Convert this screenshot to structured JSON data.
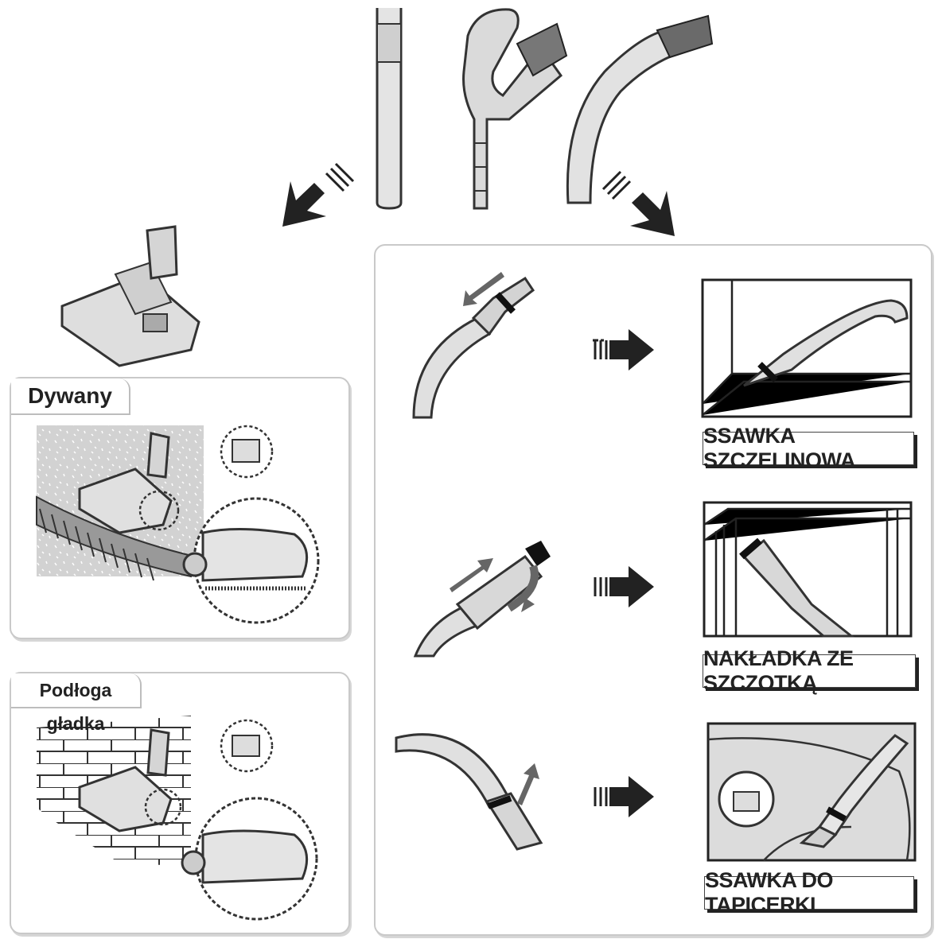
{
  "sections": {
    "carpet": {
      "title": "Dywany"
    },
    "smooth_floor": {
      "title": "Podłoga gładka"
    }
  },
  "accessories": [
    {
      "label": "SSAWKA SZCZELINOWA"
    },
    {
      "label": "NAKŁADKA ZE SZCZOTKĄ"
    },
    {
      "label": "SSAWKA DO TAPICERKI"
    }
  ],
  "colors": {
    "line": "#333333",
    "part_fill": "#d9d9d9",
    "dark_fill": "#555555",
    "carpet_bg": "#d3d3d3",
    "panel_border": "#c9c9c9"
  }
}
